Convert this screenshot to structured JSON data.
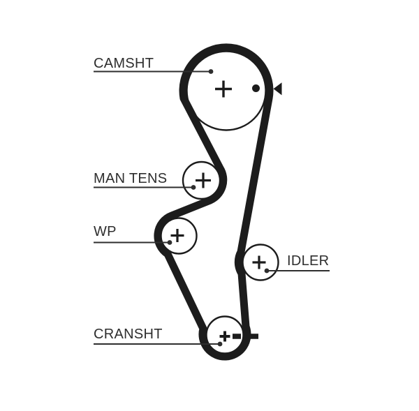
{
  "diagram": {
    "type": "timing-belt-routing-diagram",
    "background_color": "#ffffff",
    "ink_color": "#1c1c1c",
    "text_color": "#2e2e2e",
    "pulleys": [
      {
        "id": "camsht",
        "label": "CAMSHT",
        "markers": [
          "center-cross-icon",
          "timing-dot-icon",
          "alignment-arrow-icon"
        ]
      },
      {
        "id": "man-tens",
        "label": "MAN TENS",
        "markers": [
          "center-cross-icon"
        ]
      },
      {
        "id": "wp",
        "label": "WP",
        "markers": [
          "center-cross-icon"
        ]
      },
      {
        "id": "idler",
        "label": "IDLER",
        "markers": [
          "center-cross-icon"
        ]
      },
      {
        "id": "cransht",
        "label": "CRANSHT",
        "markers": [
          "center-cross-icon",
          "double-dash-timing-marks"
        ]
      }
    ]
  }
}
